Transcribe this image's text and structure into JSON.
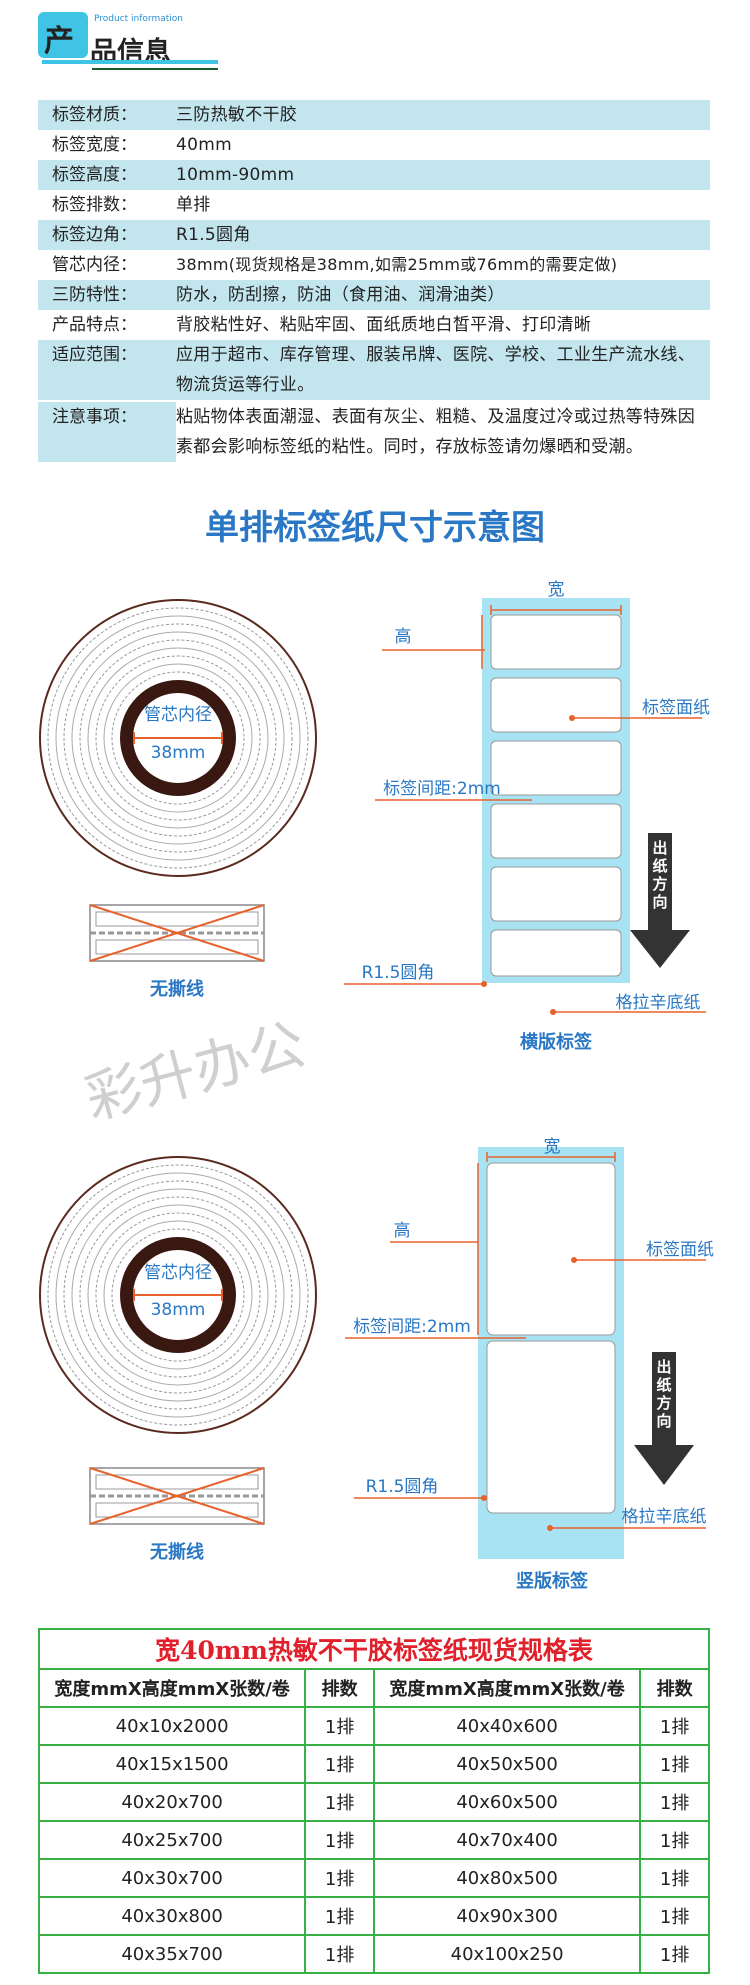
{
  "header": {
    "icon_char": "产",
    "title": "品信息",
    "subtitle": "Product information"
  },
  "specs": [
    {
      "key": "标签材质：",
      "value": "三防热敏不干胶"
    },
    {
      "key": "标签宽度：",
      "value": "40mm"
    },
    {
      "key": "标签高度：",
      "value": "10mm-90mm"
    },
    {
      "key": "标签排数：",
      "value": "单排"
    },
    {
      "key": "标签边角：",
      "value": "R1.5圆角"
    },
    {
      "key": "管芯内径：",
      "value": "38mm(现货规格是38mm,如需25mm或76mm的需要定做)"
    },
    {
      "key": "三防特性：",
      "value": "防水，防刮擦，防油（食用油、润滑油类）"
    },
    {
      "key": "产品特点：",
      "value": "背胶粘性好、粘贴牢固、面纸质地白皙平滑、打印清晰"
    },
    {
      "key": "适应范围：",
      "value": "应用于超市、库存管理、服装吊牌、医院、学校、工业生产流水线、物流货运等行业。"
    },
    {
      "key": "注意事项：",
      "value": "粘贴物体表面潮湿、表面有灰尘、粗糙、及温度过冷或过热等特殊因素都会影响标签纸的粘性。同时，存放标签请勿爆晒和受潮。"
    }
  ],
  "diagram": {
    "title": "单排标签纸尺寸示意图",
    "top": {
      "core_label": "管芯内径",
      "core_value": "38mm",
      "no_tear": "无撕线",
      "width": "宽",
      "height": "高",
      "face": "标签面纸",
      "gap": "标签间距:2mm",
      "corner": "R1.5圆角",
      "liner": "格拉辛底纸",
      "caption": "横版标签",
      "direction": [
        "出",
        "纸",
        "方",
        "向"
      ]
    },
    "bottom": {
      "core_label": "管芯内径",
      "core_value": "38mm",
      "no_tear": "无撕线",
      "width": "宽",
      "height": "高",
      "face": "标签面纸",
      "gap": "标签间距:2mm",
      "corner": "R1.5圆角",
      "liner": "格拉辛底纸",
      "caption": "竖版标签",
      "direction": [
        "出",
        "纸",
        "方",
        "向"
      ]
    },
    "watermark": "彩升办公",
    "colors": {
      "accent_blue": "#2a78c5",
      "line_orange": "#e8612c",
      "liner_cyan": "#a7e3f2"
    }
  },
  "table": {
    "title": "宽40mm热敏不干胶标签纸现货规格表",
    "headers": [
      "宽度mmX高度mmX张数/卷",
      "排数",
      "宽度mmX高度mmX张数/卷",
      "排数"
    ],
    "rows": [
      [
        "40x10x2000",
        "1排",
        "40x40x600",
        "1排"
      ],
      [
        "40x15x1500",
        "1排",
        "40x50x500",
        "1排"
      ],
      [
        "40x20x700",
        "1排",
        "40x60x500",
        "1排"
      ],
      [
        "40x25x700",
        "1排",
        "40x70x400",
        "1排"
      ],
      [
        "40x30x700",
        "1排",
        "40x80x500",
        "1排"
      ],
      [
        "40x30x800",
        "1排",
        "40x90x300",
        "1排"
      ],
      [
        "40x35x700",
        "1排",
        "40x100x250",
        "1排"
      ]
    ],
    "border_color": "#37b046",
    "title_color": "#e0202a"
  }
}
